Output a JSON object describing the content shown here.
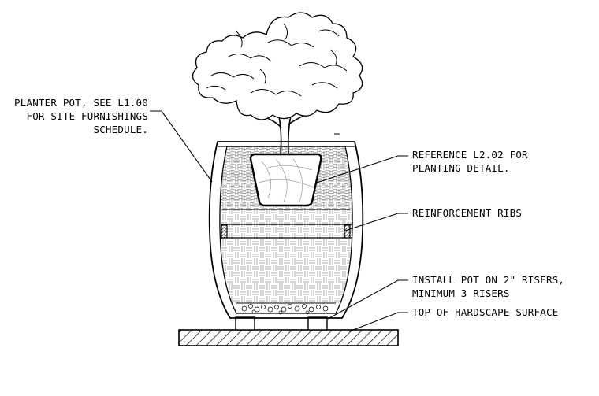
{
  "callouts": {
    "planter_pot": {
      "line1": "PLANTER POT, SEE L1.00",
      "line2": "FOR SITE FURNISHINGS",
      "line3": "SCHEDULE."
    },
    "planting_detail": {
      "line1": "REFERENCE L2.02 FOR",
      "line2": "PLANTING DETAIL."
    },
    "reinforcement": {
      "line1": "REINFORCEMENT RIBS"
    },
    "risers": {
      "line1": "INSTALL POT ON 2\" RISERS,",
      "line2": "MINIMUM 3 RISERS"
    },
    "hardscape": {
      "line1": "TOP OF HARDSCAPE SURFACE"
    }
  },
  "colors": {
    "line": "#000000",
    "background": "#ffffff",
    "soil_hatch": "#6a6a6a"
  }
}
